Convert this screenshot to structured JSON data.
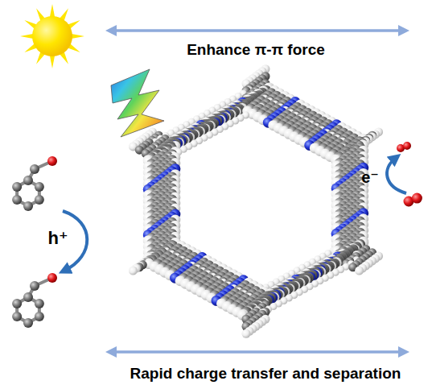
{
  "diagram": {
    "labels": [
      "Enhance π-π force",
      "Rapid charge transfer and separation",
      "h⁺",
      "e⁻"
    ]
  }
}
